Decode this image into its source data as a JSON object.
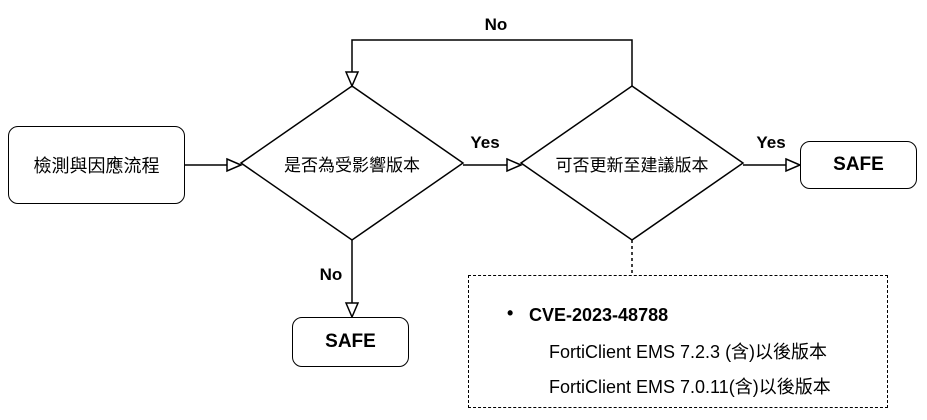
{
  "nodes": {
    "start": "檢測與因應流程",
    "decision1": "是否為受影響版本",
    "decision2": "可否更新至建議版本",
    "safe_right": "SAFE",
    "safe_bottom": "SAFE"
  },
  "edges": {
    "d1_yes": "Yes",
    "d2_yes": "Yes",
    "d1_no": "No",
    "loop_no": "No"
  },
  "note": {
    "bullet": "•",
    "cve": "CVE-2023-48788",
    "lines": [
      "FortiClient EMS 7.2.3 (含)以後版本",
      "FortiClient EMS 7.0.11(含)以後版本"
    ]
  }
}
